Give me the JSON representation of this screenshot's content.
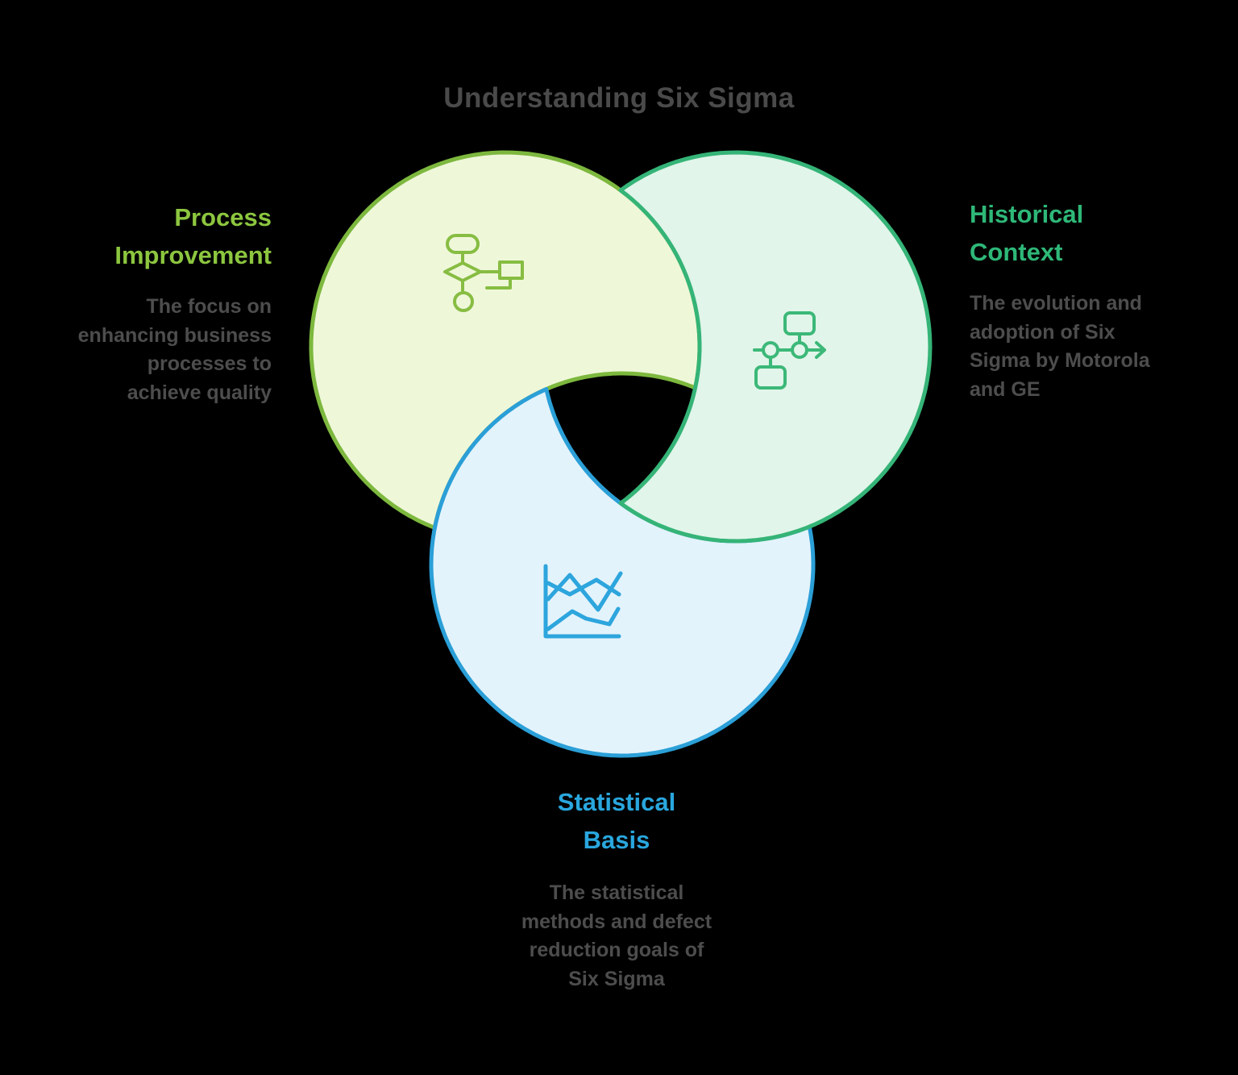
{
  "title": "Understanding Six Sigma",
  "colors": {
    "background": "#000000",
    "title_text": "#4a4a4a",
    "body_text": "#4d4d4d",
    "process_heading": "#8cc63f",
    "process_stroke": "#7db83e",
    "process_fill": "#eff7d9",
    "process_icon": "#87bd42",
    "historical_heading": "#2eb878",
    "historical_stroke": "#35b477",
    "historical_fill": "#e1f5ea",
    "historical_icon": "#3cb878",
    "statistical_heading": "#29a7de",
    "statistical_stroke": "#2b9fd7",
    "statistical_fill": "#e3f3fb",
    "statistical_icon": "#2da5dd"
  },
  "sections": {
    "process": {
      "heading_lines": [
        "Process",
        "Improvement"
      ],
      "body_lines": [
        "The focus on",
        "enhancing business",
        "processes to",
        "achieve quality"
      ],
      "icon": "flowchart-icon"
    },
    "historical": {
      "heading_lines": [
        "Historical",
        "Context"
      ],
      "body_lines": [
        "The evolution and",
        "adoption of Six",
        "Sigma by Motorola",
        "and GE"
      ],
      "icon": "timeline-icon"
    },
    "statistical": {
      "heading_lines": [
        "Statistical",
        "Basis"
      ],
      "body_lines": [
        "The statistical",
        "methods and defect",
        "reduction goals of",
        "Six Sigma"
      ],
      "icon": "line-chart-icon"
    }
  }
}
